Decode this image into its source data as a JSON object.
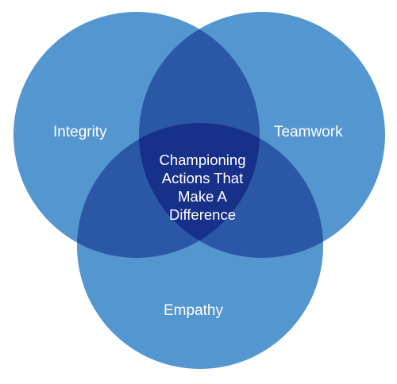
{
  "diagram": {
    "circles": [
      {
        "label": "Integrity"
      },
      {
        "label": "Teamwork"
      },
      {
        "label": "Empathy"
      }
    ],
    "center_lines": [
      "Championing",
      "Actions That",
      "Make A",
      "Difference"
    ]
  },
  "colors": {
    "single": "#5496d0",
    "pair": "#2b58a6",
    "center": "#173089",
    "text": "#ffffff"
  }
}
